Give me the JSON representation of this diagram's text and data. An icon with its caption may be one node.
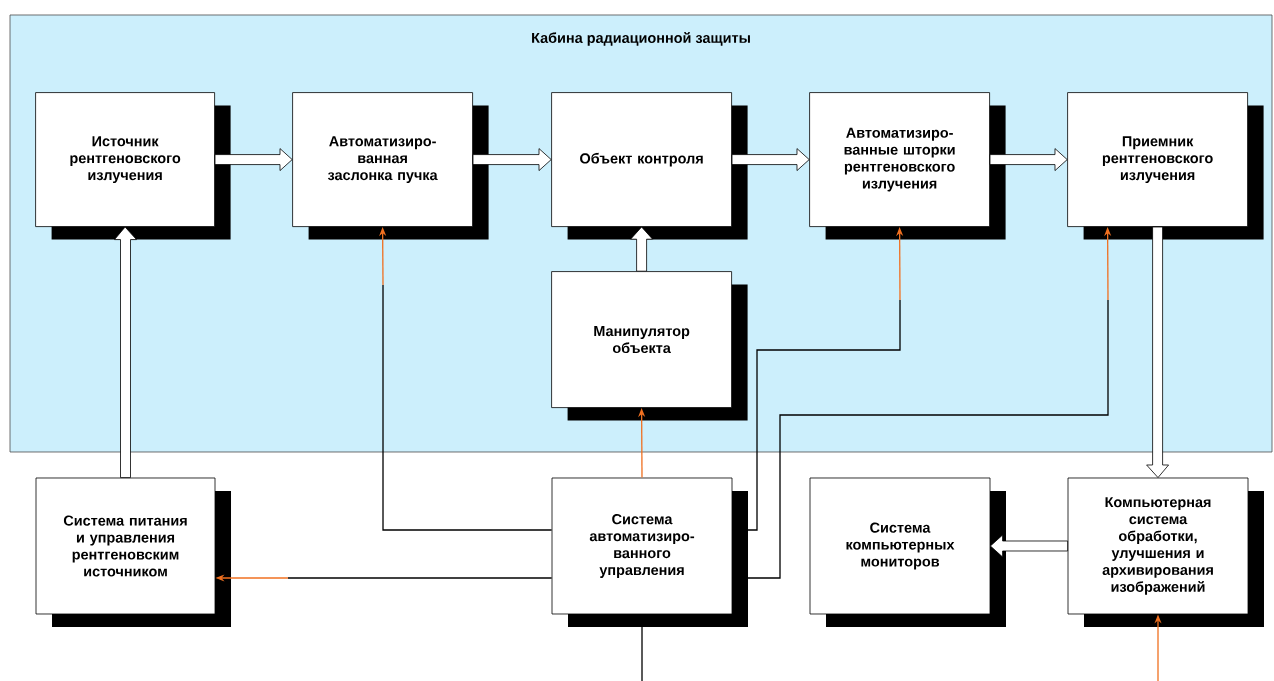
{
  "diagram": {
    "nodes": [
      {
        "text": [
          "Кабина радиационной защиты"
        ]
      },
      {
        "text": [
          "Источник рентгеновского излучения"
        ],
        "in": 0
      },
      {
        "text": [
          "Автоматизиро- ванная заслонка пучка"
        ],
        "in": 0
      },
      {
        "text": [
          "Объект контроля"
        ],
        "in": 0
      },
      {
        "text": [
          "Автоматизиро- ванные шторки рентгеновского излучения"
        ],
        "in": 0
      },
      {
        "text": [
          "Приемник рентгеновского излучения"
        ],
        "in": 0
      },
      {
        "text": [
          "Манипулятор объекта"
        ],
        "in": 0
      },
      {
        "text": [
          "Система питания и управления рентгеновским источником"
        ]
      },
      {
        "text": [
          "Система автоматизиро- ванного управления"
        ]
      },
      {
        "text": [
          "Система компьютерных мониторов"
        ]
      },
      {
        "text": [
          "Компьютерная система обработки, улучшения и архивирования изображений"
        ]
      }
    ],
    "edges": [
      {
        "from": 1,
        "to": 2,
        "arrow": "to",
        "style": "thick"
      },
      {
        "from": 2,
        "to": 3,
        "arrow": "to",
        "style": "thick"
      },
      {
        "from": 3,
        "to": 4,
        "arrow": "to",
        "style": "thick"
      },
      {
        "from": 4,
        "to": 5,
        "arrow": "to",
        "style": "thick"
      },
      {
        "from": 6,
        "to": 3,
        "arrow": "to",
        "style": "thick"
      },
      {
        "from": 7,
        "to": 1,
        "arrow": "to",
        "style": "thick"
      },
      {
        "from": 5,
        "to": 10,
        "arrow": "to",
        "style": "thick"
      },
      {
        "from": 10,
        "to": 9,
        "arrow": "to",
        "style": "thick"
      },
      {
        "from": 8,
        "to": 2,
        "arrow": "to"
      },
      {
        "from": 8,
        "to": 6,
        "arrow": "to",
        "color": "#f07020"
      },
      {
        "from": 8,
        "to": 4,
        "arrow": "to"
      },
      {
        "from": 8,
        "to": 5,
        "arrow": "to"
      },
      {
        "from": 8,
        "to": 7,
        "arrow": "to"
      },
      {
        "from": null,
        "to": 10,
        "arrow": "to",
        "color": "#f07020"
      },
      {
        "from": 8,
        "to": null,
        "arrow": "none"
      }
    ]
  }
}
